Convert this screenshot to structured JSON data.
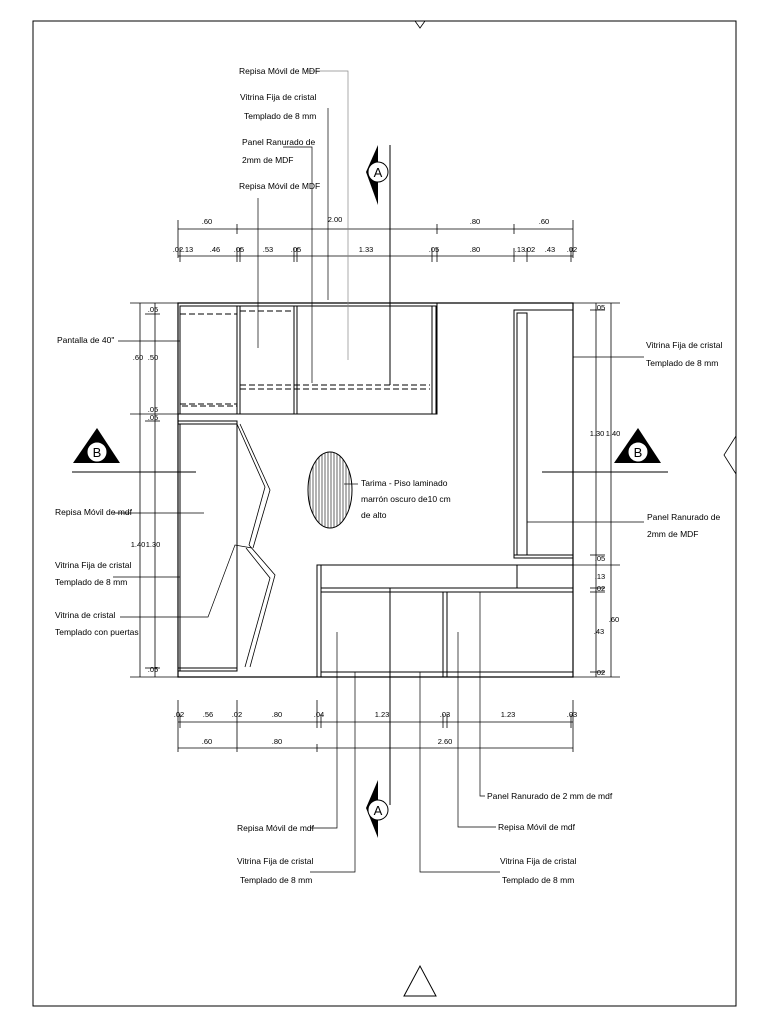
{
  "labels": {
    "repisa_movil_mdf_top": "Repisa Móvil de MDF",
    "vitrina_fija_top_1": "Vitrina Fija de cristal",
    "vitrina_fija_top_2": "Templado de 8 mm",
    "panel_ranurado_top_1": "Panel Ranurado de",
    "panel_ranurado_top_2": "2mm de MDF",
    "repisa_movil_mdf_top2": "Repisa Móvil de MDF",
    "pantalla": "Pantalla de 40\"",
    "repisa_movil_left": "Repisa Móvil de mdf",
    "vitrina_fija_left_1": "Vitrina Fija de cristal",
    "vitrina_fija_left_2": "Templado de 8 mm",
    "vitrina_puertas_1": "Vitrina de cristal",
    "vitrina_puertas_2": "Templado con puertas",
    "tarima_1": "Tarima - Piso laminado",
    "tarima_2": "marrón oscuro de10 cm",
    "tarima_3": "de alto",
    "vitrina_fija_right_1": "Vitrina Fija de cristal",
    "vitrina_fija_right_2": "Templado de 8 mm",
    "panel_ranurado_right_1": "Panel Ranurado de",
    "panel_ranurado_right_2": "2mm de MDF",
    "panel_ranurado_bottom": "Panel Ranurado de 2 mm de mdf",
    "repisa_movil_bottom_right": "Repisa Móvil de mdf",
    "repisa_movil_bottom_left": "Repisa Móvil de mdf",
    "vitrina_fija_bottom_left_1": "Vitrina Fija de cristal",
    "vitrina_fija_bottom_left_2": "Templado de 8 mm",
    "vitrina_fija_bottom_right_1": "Vitrina Fija de cristal",
    "vitrina_fija_bottom_right_2": "Templado de 8 mm"
  },
  "sections": {
    "a_top": "A",
    "a_bottom": "A",
    "b_left": "B",
    "b_right": "B"
  },
  "dims_top_overall": [
    ".60",
    "2.00",
    ".80",
    ".60"
  ],
  "dims_top_detail": [
    ".02",
    ".13",
    ".46",
    ".05",
    ".53",
    ".05",
    "1.33",
    ".05",
    ".80",
    ".13",
    ".02",
    ".43",
    ".02"
  ],
  "dims_bottom_detail": [
    ".02",
    ".56",
    ".02",
    ".80",
    ".04",
    "1.23",
    ".03",
    "1.23",
    ".03"
  ],
  "dims_bottom_overall": [
    ".60",
    ".80",
    "2.60"
  ],
  "dims_left": [
    ".05",
    ".60",
    ".50",
    ".05",
    ".05",
    "1.40",
    "1.30",
    ".05"
  ],
  "dims_right": [
    ".05",
    "1.30",
    "1.40",
    ".05",
    ".13",
    ".02",
    ".43",
    ".60",
    ".02"
  ]
}
